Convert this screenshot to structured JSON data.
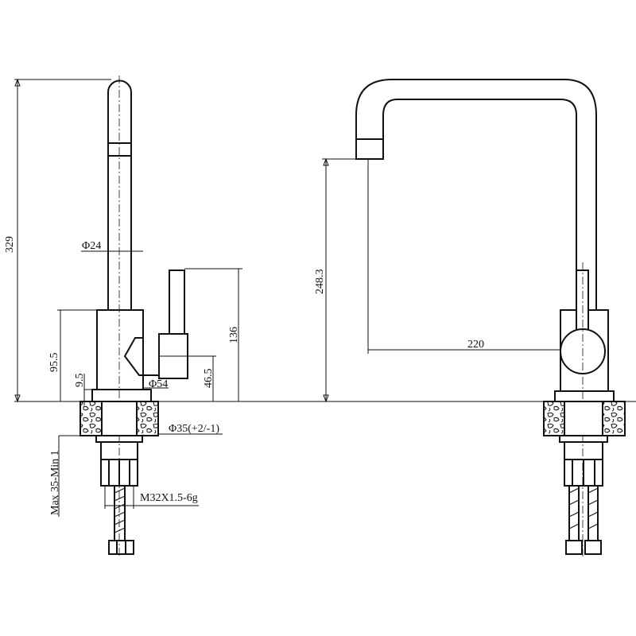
{
  "side_view": {
    "height_total": "329",
    "spout_diameter": "Φ24",
    "handle_height": "136",
    "body_height": "95.5",
    "collar_height": "9.5",
    "body_diameter": "Φ54",
    "handle_axis_height": "46.5",
    "hole_diameter": "Φ35(+2/-1)",
    "counter_thickness": "Max 35-Min 1",
    "thread": "M32X1.5-6g"
  },
  "front_view": {
    "spout_height": "248.3",
    "spout_reach": "220"
  }
}
